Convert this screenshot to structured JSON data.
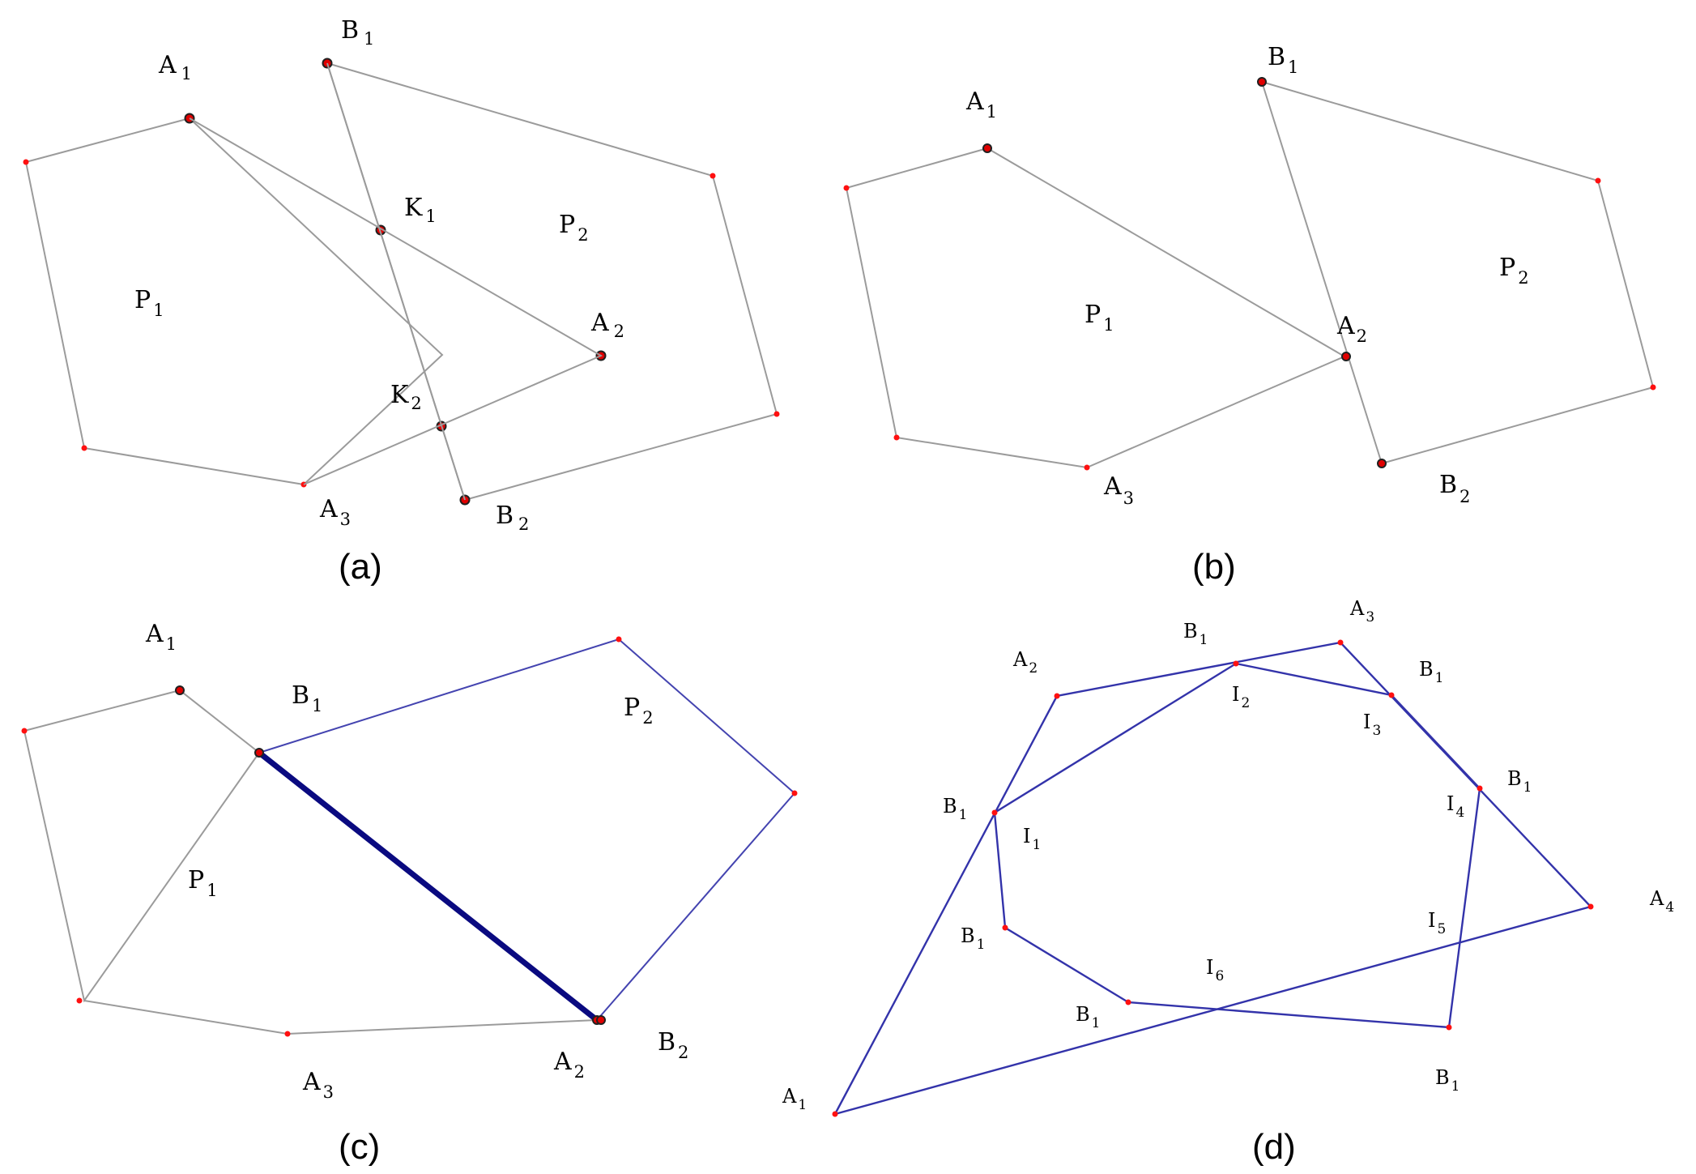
{
  "panels": {
    "a": {
      "caption": "(a)",
      "labels": {
        "A1": {
          "main": "A",
          "sub": "1"
        },
        "B1": {
          "main": "B",
          "sub": "1"
        },
        "K1": {
          "main": "K",
          "sub": "1"
        },
        "P2": {
          "main": "P",
          "sub": "2"
        },
        "P1": {
          "main": "P",
          "sub": "1"
        },
        "A2": {
          "main": "A",
          "sub": "2"
        },
        "K2": {
          "main": "K",
          "sub": "2"
        },
        "A3": {
          "main": "A",
          "sub": "3"
        },
        "B2": {
          "main": "B",
          "sub": "2"
        }
      }
    },
    "b": {
      "caption": "(b)",
      "labels": {
        "B1": {
          "main": "B",
          "sub": "1"
        },
        "A1": {
          "main": "A",
          "sub": "1"
        },
        "P2": {
          "main": "P",
          "sub": "2"
        },
        "P1": {
          "main": "P",
          "sub": "1"
        },
        "A2": {
          "main": "A",
          "sub": "2"
        },
        "A3": {
          "main": "A",
          "sub": "3"
        },
        "B2": {
          "main": "B",
          "sub": "2"
        }
      }
    },
    "c": {
      "caption": "(c)",
      "labels": {
        "A1": {
          "main": "A",
          "sub": "1"
        },
        "B1": {
          "main": "B",
          "sub": "1"
        },
        "P2": {
          "main": "P",
          "sub": "2"
        },
        "P1": {
          "main": "P",
          "sub": "1"
        },
        "B2": {
          "main": "B",
          "sub": "2"
        },
        "A2": {
          "main": "A",
          "sub": "2"
        },
        "A3": {
          "main": "A",
          "sub": "3"
        }
      }
    },
    "d": {
      "caption": "(d)",
      "labels": {
        "A3": {
          "main": "A",
          "sub": "3"
        },
        "B1_top": {
          "main": "B",
          "sub": "1"
        },
        "A2": {
          "main": "A",
          "sub": "2"
        },
        "B1_right_top": {
          "main": "B",
          "sub": "1"
        },
        "I2": {
          "main": "I",
          "sub": "2"
        },
        "I3": {
          "main": "I",
          "sub": "3"
        },
        "B1_right": {
          "main": "B",
          "sub": "1"
        },
        "B1_left": {
          "main": "B",
          "sub": "1"
        },
        "I4": {
          "main": "I",
          "sub": "4"
        },
        "I1": {
          "main": "I",
          "sub": "1"
        },
        "A4": {
          "main": "A",
          "sub": "4"
        },
        "I5": {
          "main": "I",
          "sub": "5"
        },
        "B1_lower_left": {
          "main": "B",
          "sub": "1"
        },
        "I6": {
          "main": "I",
          "sub": "6"
        },
        "B1_bottom_left": {
          "main": "B",
          "sub": "1"
        },
        "B1_bottom_right": {
          "main": "B",
          "sub": "1"
        },
        "A1": {
          "main": "A",
          "sub": "1"
        }
      }
    }
  },
  "colors": {
    "polygon_gray": "#9b9b9b",
    "polygon_blue": "#4444b0",
    "highlight_edge": "#0a0a80",
    "vertex_dot": "#e00000"
  }
}
